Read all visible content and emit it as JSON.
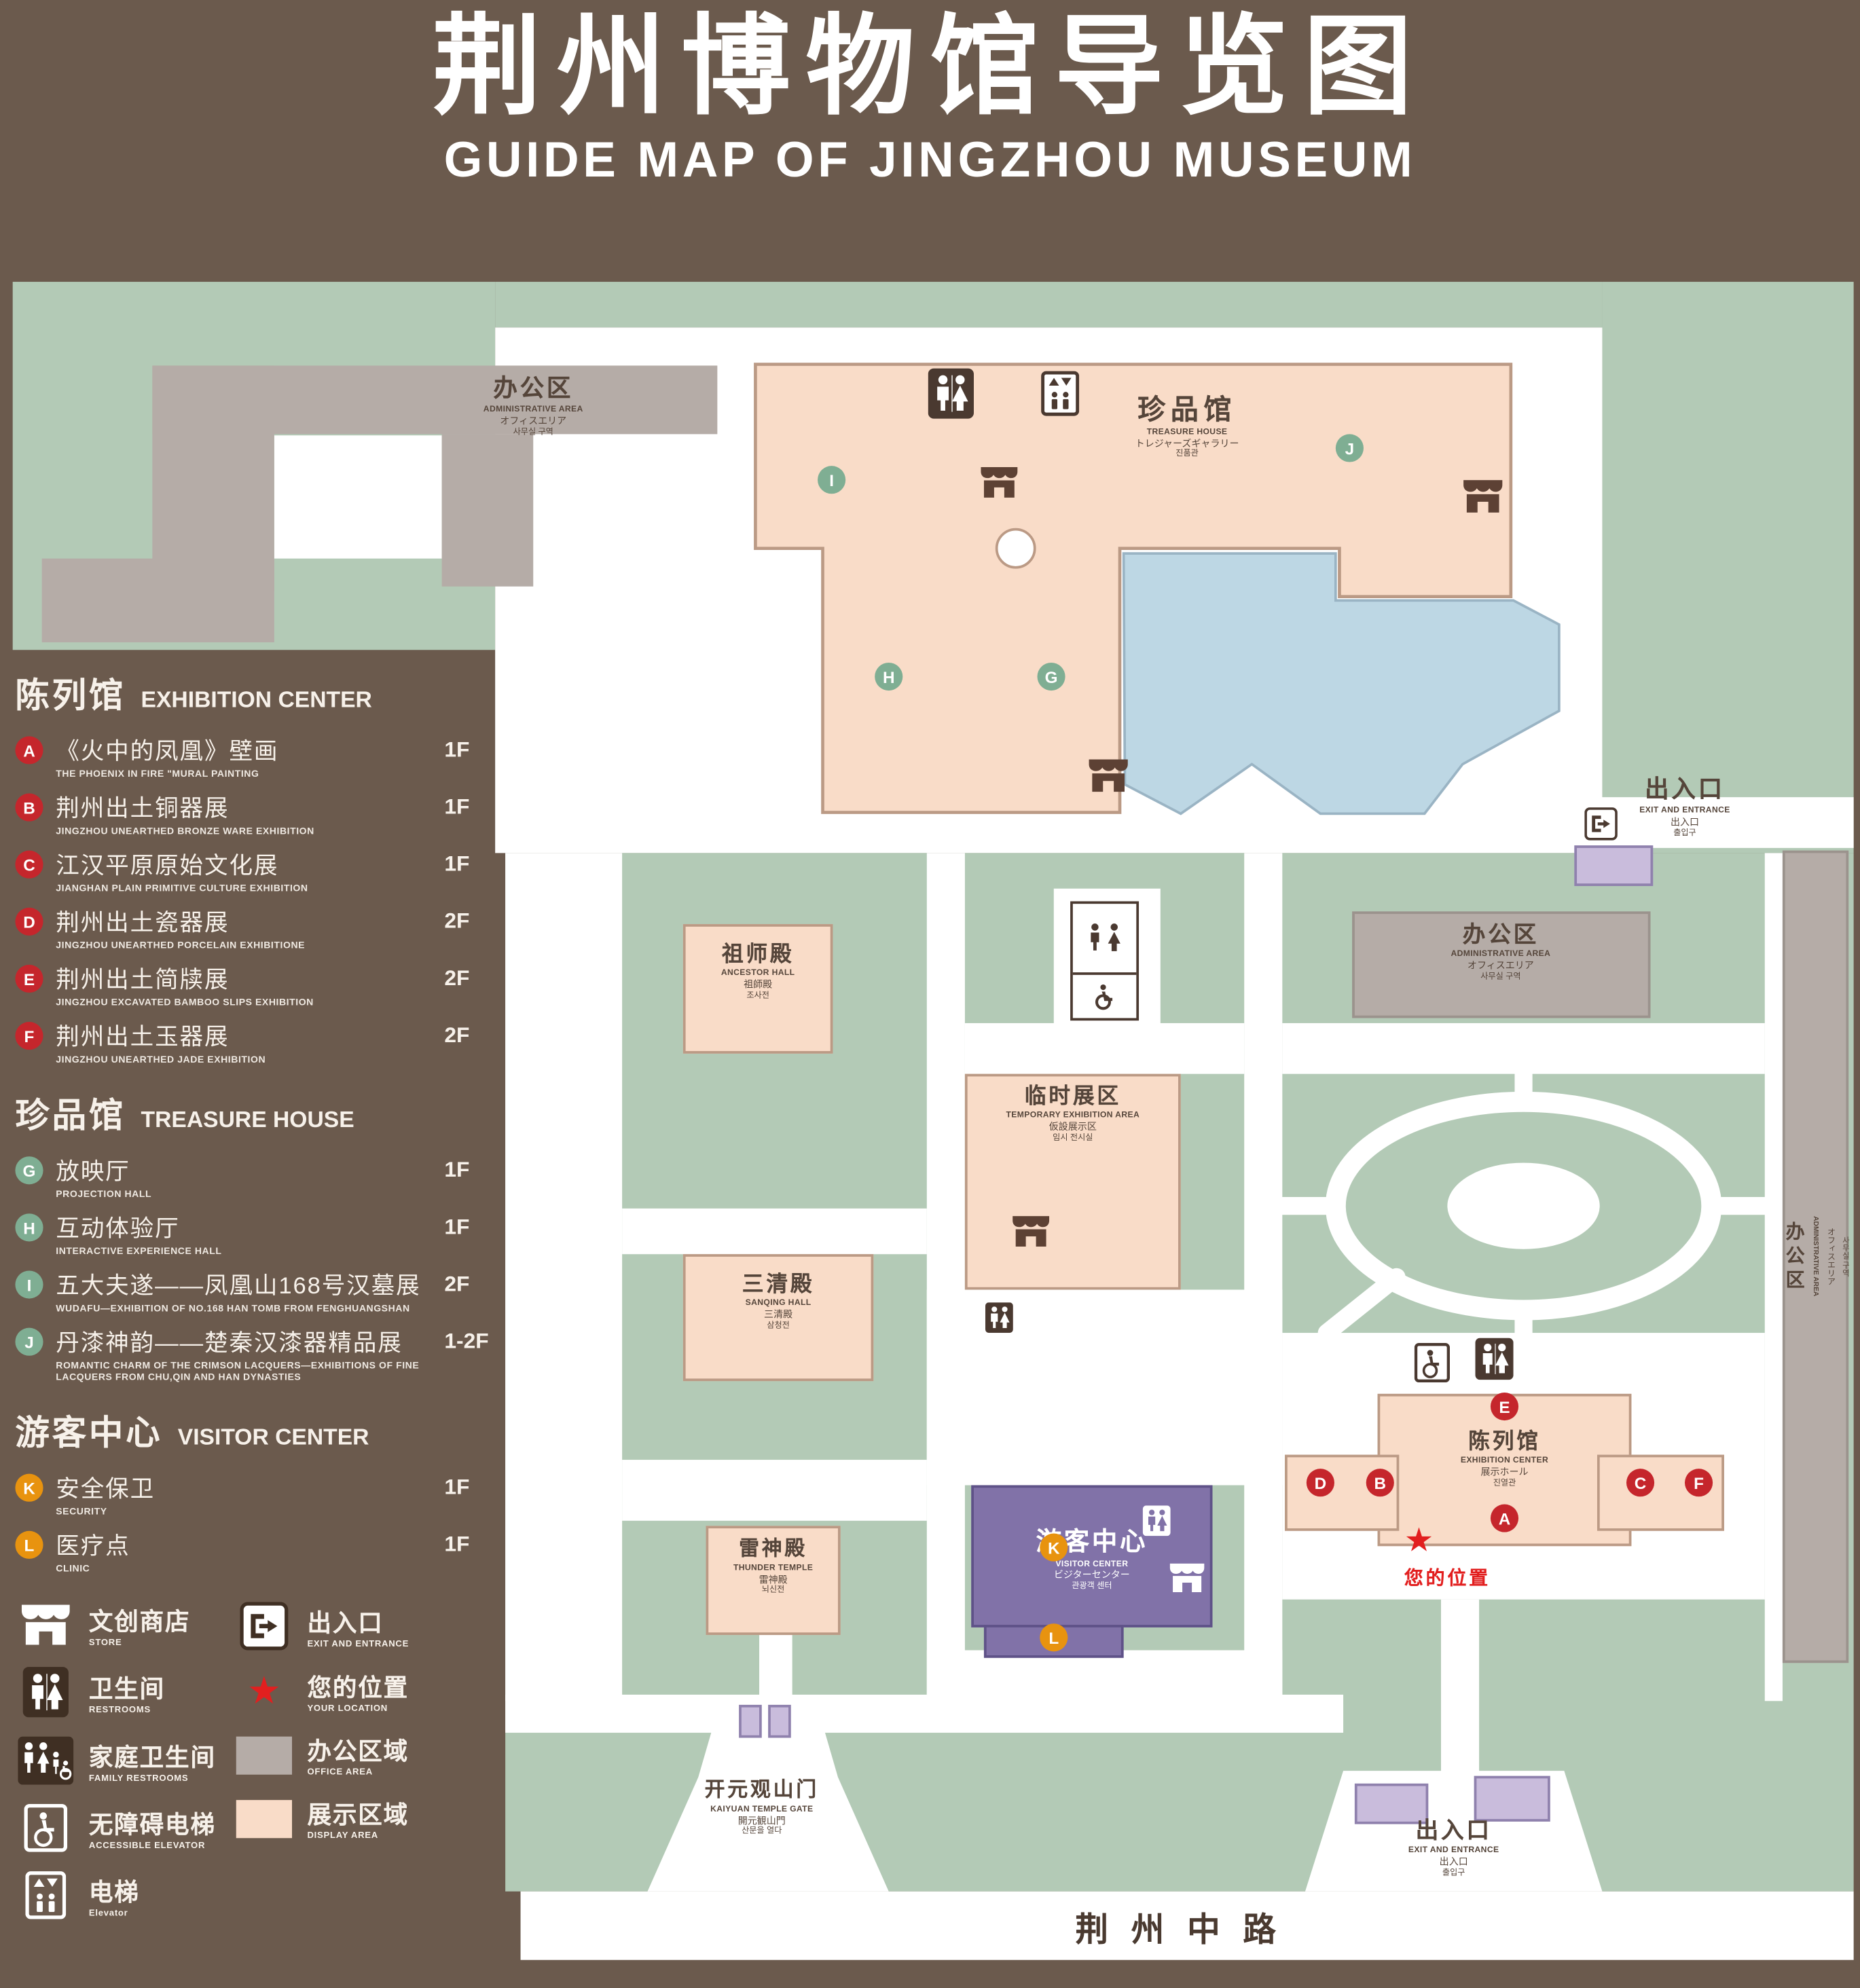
{
  "title": {
    "zh": "荆州博物馆导览图",
    "en": "GUIDE MAP OF JINGZHOU MUSEUM"
  },
  "legend": {
    "sections": [
      {
        "zh": "陈列馆",
        "en": "EXHIBITION CENTER",
        "items": [
          {
            "letter": "A",
            "zh": "《火中的凤凰》壁画",
            "en": "THE PHOENIX IN FIRE \"MURAL PAINTING",
            "floor": "1F"
          },
          {
            "letter": "B",
            "zh": "荆州出土铜器展",
            "en": "JINGZHOU UNEARTHED BRONZE WARE EXHIBITION",
            "floor": "1F"
          },
          {
            "letter": "C",
            "zh": "江汉平原原始文化展",
            "en": "JIANGHAN PLAIN PRIMITIVE CULTURE EXHIBITION",
            "floor": "1F"
          },
          {
            "letter": "D",
            "zh": "荆州出土瓷器展",
            "en": "JINGZHOU UNEARTHED PORCELAIN EXHIBITIONE",
            "floor": "2F"
          },
          {
            "letter": "E",
            "zh": "荆州出土简牍展",
            "en": "JINGZHOU EXCAVATED BAMBOO SLIPS EXHIBITION",
            "floor": "2F"
          },
          {
            "letter": "F",
            "zh": "荆州出土玉器展",
            "en": "JINGZHOU UNEARTHED JADE EXHIBITION",
            "floor": "2F"
          }
        ]
      },
      {
        "zh": "珍品馆",
        "en": "TREASURE HOUSE",
        "items": [
          {
            "letter": "G",
            "zh": "放映厅",
            "en": "PROJECTION HALL",
            "floor": "1F"
          },
          {
            "letter": "H",
            "zh": "互动体验厅",
            "en": "INTERACTIVE EXPERIENCE HALL",
            "floor": "1F"
          },
          {
            "letter": "I",
            "zh": "五大夫遂——凤凰山168号汉墓展",
            "en": "WUDAFU—EXHIBITION OF NO.168 HAN TOMB FROM FENGHUANGSHAN",
            "floor": "2F"
          },
          {
            "letter": "J",
            "zh": "丹漆神韵——楚秦汉漆器精品展",
            "en": "ROMANTIC CHARM OF THE CRIMSON LACQUERS—EXHIBITIONS OF FINE LACQUERS FROM CHU,QIN AND HAN DYNASTIES",
            "floor": "1-2F"
          }
        ]
      },
      {
        "zh": "游客中心",
        "en": "VISITOR CENTER",
        "items": [
          {
            "letter": "K",
            "zh": "安全保卫",
            "en": "SECURITY",
            "floor": "1F"
          },
          {
            "letter": "L",
            "zh": "医疗点",
            "en": "CLINIC",
            "floor": "1F"
          }
        ]
      }
    ],
    "symbols_col1": [
      {
        "icon": "store-icon",
        "zh": "文创商店",
        "en": "STORE"
      },
      {
        "icon": "restrooms-icon",
        "zh": "卫生间",
        "en": "RESTROOMS"
      },
      {
        "icon": "family-restrooms-icon",
        "zh": "家庭卫生间",
        "en": "FAMILY RESTROOMS"
      },
      {
        "icon": "accessible-elevator-icon",
        "zh": "无障碍电梯",
        "en": "ACCESSIBLE ELEVATOR"
      },
      {
        "icon": "elevator-icon",
        "zh": "电梯",
        "en": "Elevator"
      }
    ],
    "symbols_col2": [
      {
        "icon": "exit-icon",
        "zh": "出入口",
        "en": "EXIT AND ENTRANCE"
      },
      {
        "icon": "your-location-icon",
        "zh": "您的位置",
        "en": "YOUR LOCATION"
      },
      {
        "icon": "office-area-swatch",
        "zh": "办公区域",
        "en": "OFFICE AREA"
      },
      {
        "icon": "display-area-swatch",
        "zh": "展示区域",
        "en": "DISPLAY AREA"
      }
    ]
  },
  "map": {
    "admin": {
      "zh": "办公区",
      "en": "ADMINISTRATIVE AREA",
      "jp": "オフィスエリア",
      "kr": "사무실 구역"
    },
    "treasure_house": {
      "zh": "珍品馆",
      "en": "TREASURE HOUSE",
      "jp": "トレジャーズギャラリー",
      "kr": "진품관"
    },
    "ancestor_hall": {
      "zh": "祖师殿",
      "en": "ANCESTOR HALL",
      "jp": "祖師殿",
      "kr": "조사전"
    },
    "temporary_area": {
      "zh": "临时展区",
      "en": "TEMPORARY EXHIBITION AREA",
      "jp": "仮設展示区",
      "kr": "임시 전시실"
    },
    "sanqing_hall": {
      "zh": "三清殿",
      "en": "SANQING HALL",
      "jp": "三清殿",
      "kr": "삼청전"
    },
    "thunder_temple": {
      "zh": "雷神殿",
      "en": "THUNDER TEMPLE",
      "jp": "雷神殿",
      "kr": "뇌신전"
    },
    "visitor_center": {
      "zh": "游客中心",
      "en": "VISITOR CENTER",
      "jp": "ビジターセンター",
      "kr": "관광객 센터"
    },
    "exhibition_center": {
      "zh": "陈列馆",
      "en": "EXHIBITION CENTER",
      "jp": "展示ホール",
      "kr": "진열관"
    },
    "gate": {
      "zh": "开元观山门",
      "en": "KAIYUAN TEMPLE GATE",
      "jp": "開元観山門",
      "kr": "산문을 열다"
    },
    "exit": {
      "zh": "出入口",
      "en": "EXIT AND ENTRANCE",
      "jp": "出入口",
      "kr": "출입구"
    },
    "road": "荆州中路",
    "your_location": "您的位置",
    "markers": {
      "a": "A",
      "b": "B",
      "c": "C",
      "d": "D",
      "e": "E",
      "f": "F",
      "g": "G",
      "h": "H",
      "i": "I",
      "j": "J",
      "k": "K",
      "l": "L"
    }
  },
  "colors": {
    "background": "#6b5a4d",
    "lawn": "#b3cab6",
    "display_area": "#f9dcc8",
    "office_area": "#b5aca7",
    "visitor_center": "#8172a8",
    "pond": "#bdd7e4",
    "entrance": "#c9bcdc",
    "marker_red": "#c5262c",
    "marker_green": "#7fae93",
    "marker_orange": "#e8930f",
    "location_red": "#e21f1f"
  }
}
